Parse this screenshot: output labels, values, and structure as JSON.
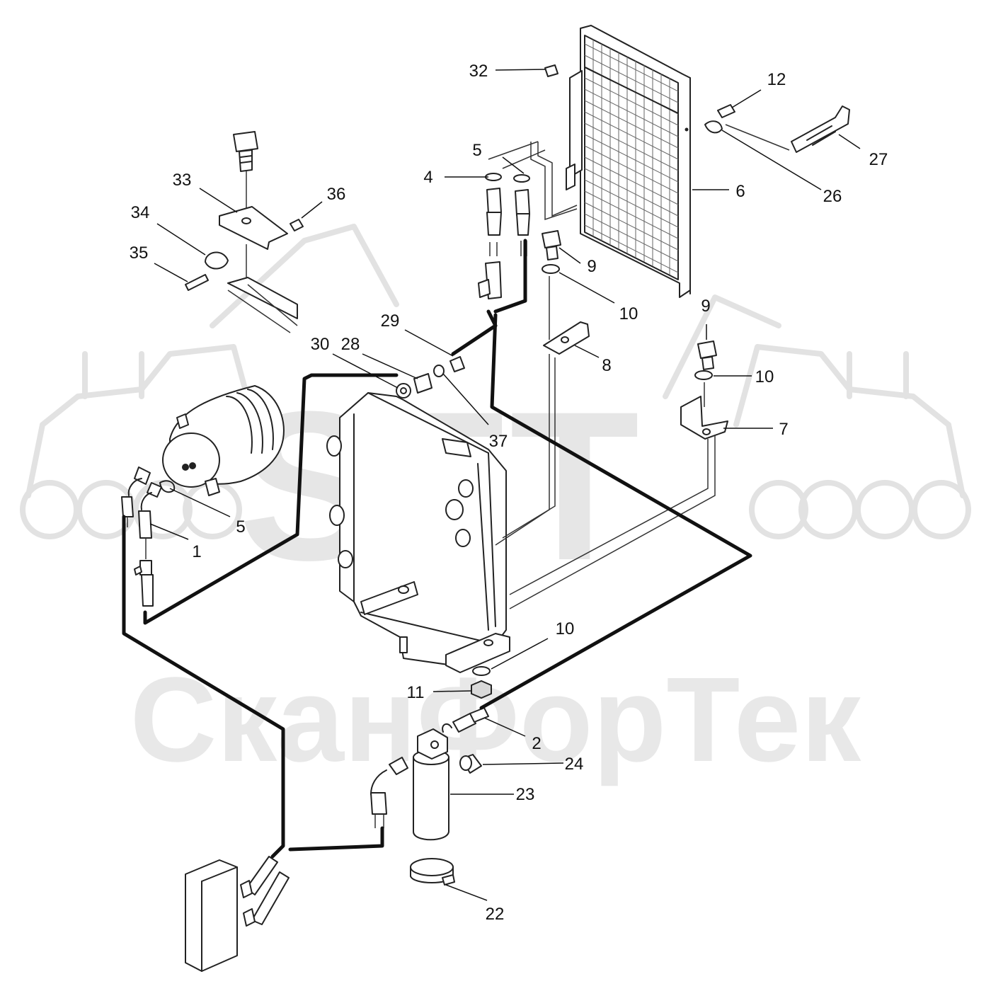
{
  "watermark": {
    "logo_text": "SFT",
    "company_name": "СканФорТек"
  },
  "callouts": [
    {
      "id": "c32",
      "label": "32"
    },
    {
      "id": "c12",
      "label": "12"
    },
    {
      "id": "c5a",
      "label": "5"
    },
    {
      "id": "c4",
      "label": "4"
    },
    {
      "id": "c27",
      "label": "27"
    },
    {
      "id": "c33",
      "label": "33"
    },
    {
      "id": "c36",
      "label": "36"
    },
    {
      "id": "c6",
      "label": "6"
    },
    {
      "id": "c26",
      "label": "26"
    },
    {
      "id": "c34",
      "label": "34"
    },
    {
      "id": "c35",
      "label": "35"
    },
    {
      "id": "c9a",
      "label": "9"
    },
    {
      "id": "c10a",
      "label": "10"
    },
    {
      "id": "c9b",
      "label": "9"
    },
    {
      "id": "c29",
      "label": "29"
    },
    {
      "id": "c30",
      "label": "30"
    },
    {
      "id": "c28",
      "label": "28"
    },
    {
      "id": "c8",
      "label": "8"
    },
    {
      "id": "c10b",
      "label": "10"
    },
    {
      "id": "c7",
      "label": "7"
    },
    {
      "id": "c37",
      "label": "37"
    },
    {
      "id": "c5b",
      "label": "5"
    },
    {
      "id": "c1",
      "label": "1"
    },
    {
      "id": "c10c",
      "label": "10"
    },
    {
      "id": "c11",
      "label": "11"
    },
    {
      "id": "c2",
      "label": "2"
    },
    {
      "id": "c24",
      "label": "24"
    },
    {
      "id": "c23",
      "label": "23"
    },
    {
      "id": "c22",
      "label": "22"
    }
  ]
}
